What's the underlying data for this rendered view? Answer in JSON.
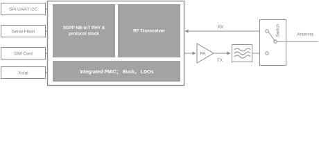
{
  "interfaces": [
    {
      "label": "SPI UART I2C"
    },
    {
      "label": "Serial Flash"
    },
    {
      "label": "SIM Card"
    },
    {
      "label": "Xstal"
    }
  ],
  "chip": {
    "phy_line1": "3GPP NB-IoT PHY &",
    "phy_line2": "protocol stack",
    "rf": "RF Transceiver",
    "pmic": "Integrated PMIC； Buck， LDOs"
  },
  "signals": {
    "rx": "RX",
    "tx": "TX"
  },
  "pa": {
    "label": "PA"
  },
  "switch": {
    "label": "Switch"
  },
  "antenna": {
    "label": "Antenna"
  },
  "colors": {
    "line": "#8c8c8c",
    "block_fill": "#a3a3a3",
    "text": "#808080",
    "white": "#ffffff"
  }
}
